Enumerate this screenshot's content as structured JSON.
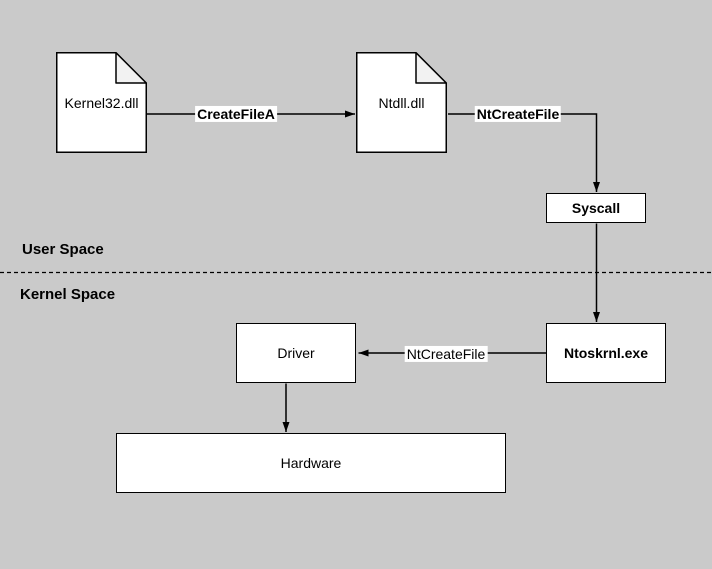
{
  "canvas": {
    "background_color": "#cacaca",
    "shape_fill_color": "#ffffff",
    "shape_stroke_color": "#000000",
    "fold_fill_color": "#f2f2f2",
    "text_color": "#000000"
  },
  "regions": {
    "user_space": "User Space",
    "kernel_space": "Kernel Space",
    "separator_style": "dashed"
  },
  "nodes": {
    "kernel32": {
      "label": "Kernel32.dll",
      "shape": "document"
    },
    "ntdll": {
      "label": "Ntdll.dll",
      "shape": "document"
    },
    "syscall": {
      "label": "Syscall",
      "shape": "rectangle"
    },
    "ntoskrnl": {
      "label": "Ntoskrnl.exe",
      "shape": "rectangle"
    },
    "driver": {
      "label": "Driver",
      "shape": "rectangle"
    },
    "hardware": {
      "label": "Hardware",
      "shape": "rectangle"
    }
  },
  "edges": {
    "createfilea": {
      "label": "CreateFileA",
      "from": "kernel32",
      "to": "ntdll"
    },
    "ntcreatefile_user": {
      "label": "NtCreateFile",
      "from": "ntdll",
      "to": "syscall"
    },
    "syscall_down": {
      "label": "",
      "from": "syscall",
      "to": "ntoskrnl"
    },
    "ntcreatefile_kernel": {
      "label": "NtCreateFile",
      "from": "ntoskrnl",
      "to": "driver"
    },
    "driver_down": {
      "label": "",
      "from": "driver",
      "to": "hardware"
    }
  }
}
